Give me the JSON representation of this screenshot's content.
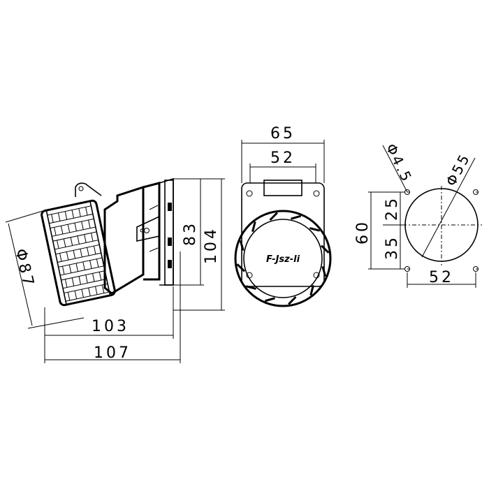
{
  "side_view": {
    "dim_diameter": "Φ87",
    "dim_depth_inner": "103",
    "dim_depth_outer": "107",
    "dim_height_inner": "83",
    "dim_height_outer": "104"
  },
  "front_view": {
    "dim_width_outer": "65",
    "dim_width_inner": "52",
    "brand_text": "F-Jsz-li"
  },
  "mounting_pattern": {
    "dim_hole_diameter": "Φ4.5",
    "dim_cutout_diameter": "Φ55",
    "dim_height_total": "60",
    "dim_upper": "25",
    "dim_lower": "35",
    "dim_hole_spacing": "52"
  }
}
